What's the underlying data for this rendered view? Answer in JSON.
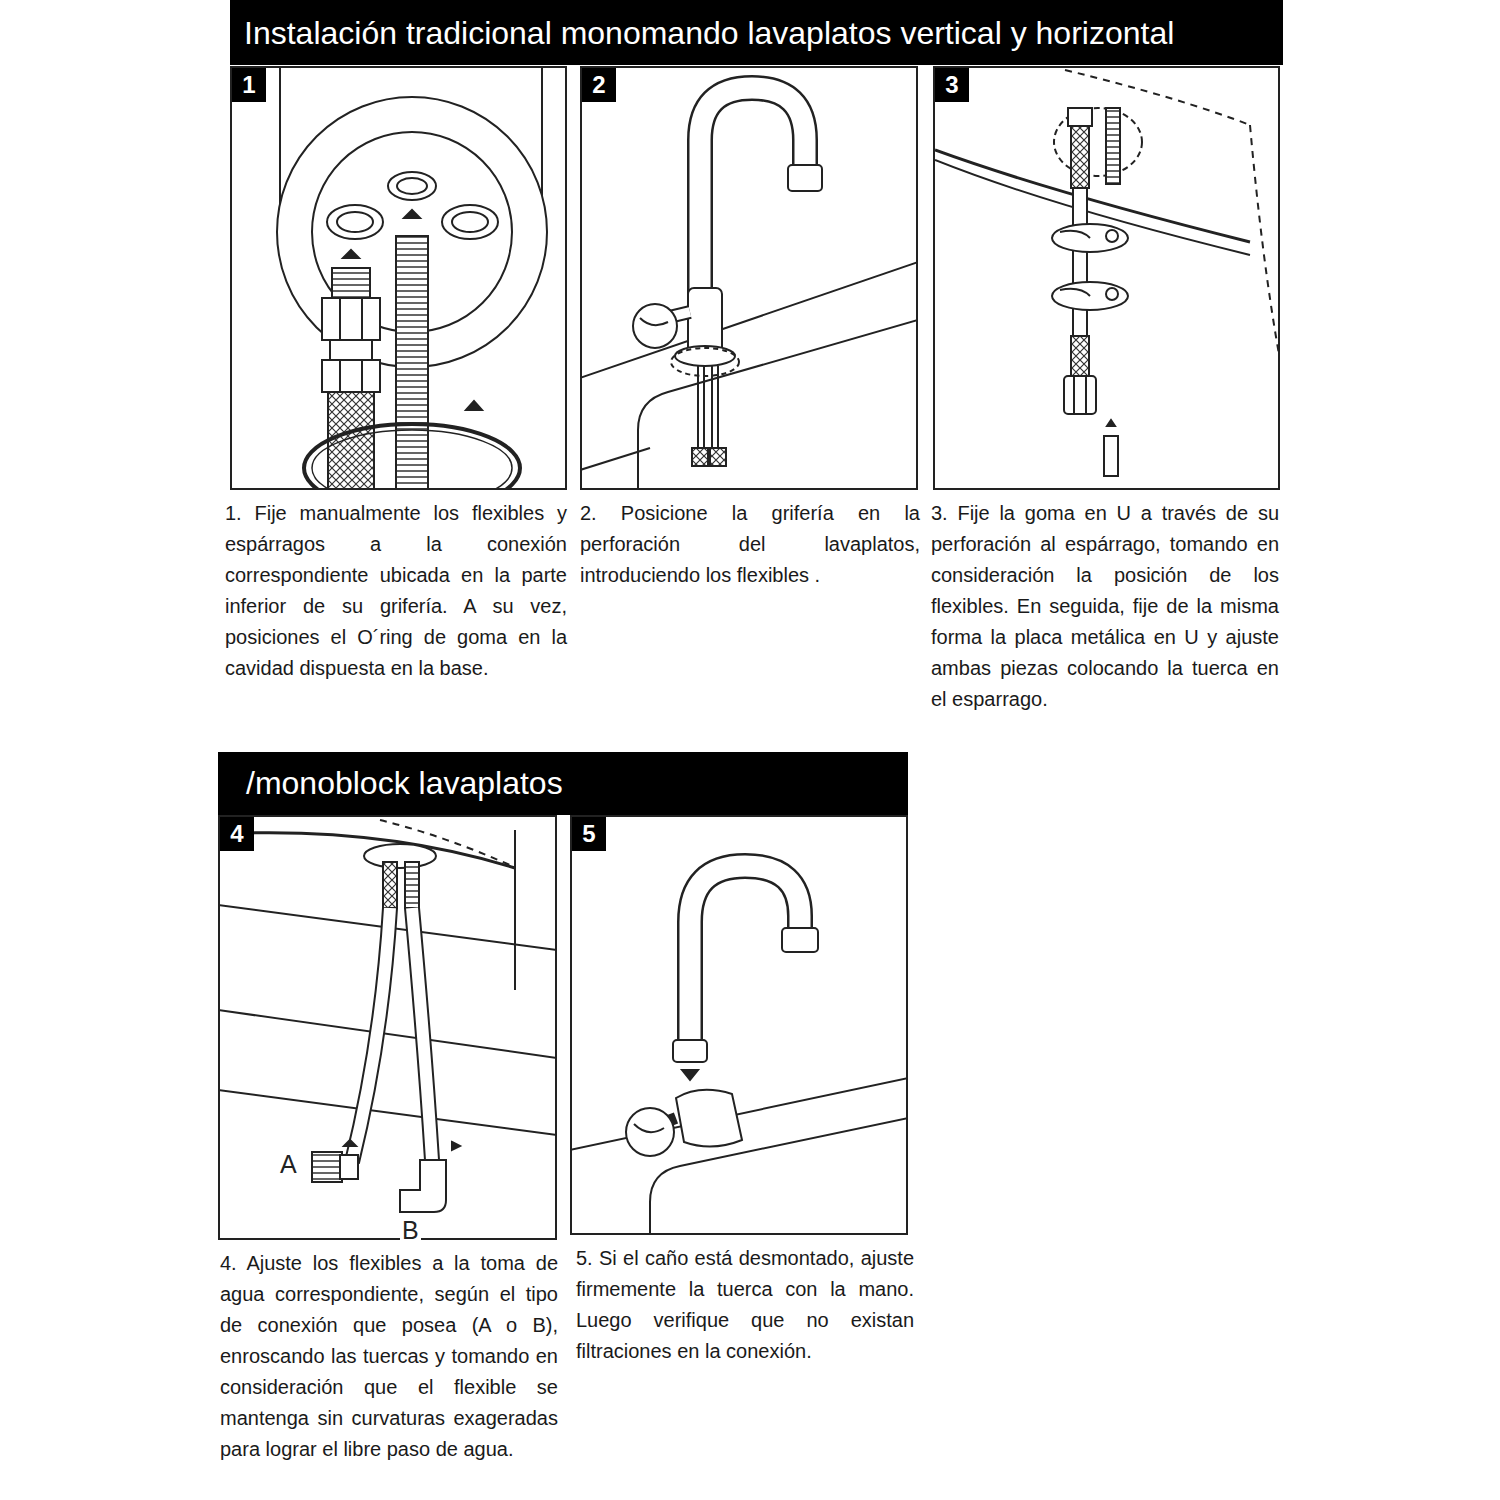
{
  "diagram": {
    "title": "Instalación tradicional monomando lavaplatos vertical y horizontal",
    "nodes": [
      {
        "text": [
          "1",
          "1. Fije manualmente los flexibles y espárragos a la conexión correspondiente ubicada en la parte inferior de su grifería. A su vez, posiciones el O´ring de goma en la cavidad dispuesta en la base."
        ]
      },
      {
        "text": [
          "2",
          "2. Posicione la grifería en la perforación del lavaplatos, introduciendo los flexibles ."
        ]
      },
      {
        "text": [
          "3",
          "3. Fije la goma en U a través de su perforación al espárrago, tomando en consideración la posición de los flexibles. En seguida, fije de la misma forma la placa metálica en U y ajuste ambas piezas colocando la tuerca en el esparrago."
        ]
      },
      {
        "text": [
          "/monoblock lavaplatos"
        ]
      },
      {
        "text": [
          "4",
          "4. Ajuste los flexibles a la toma de agua correspondiente, según el tipo de conexión que posea (A o B), enroscando las tuercas y tomando en consideración que el flexible se mantenga sin curvaturas exageradas para lograr el libre paso de agua."
        ]
      },
      {
        "text": [
          "5",
          "5. Si el caño está desmontado, ajuste firmemente la tuerca con la mano. Luego verifique que no existan filtraciones en la conexión."
        ]
      }
    ],
    "labels": [
      "A",
      "B"
    ]
  }
}
